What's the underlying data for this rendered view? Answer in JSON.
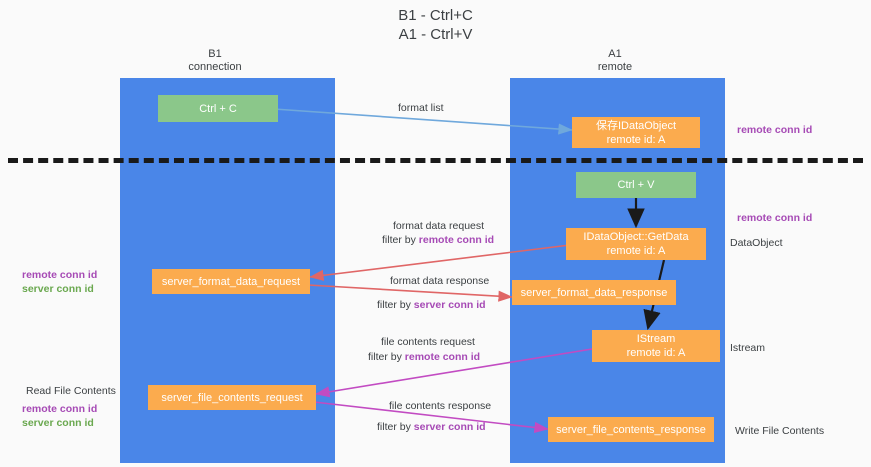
{
  "title": "B1 - Ctrl+C\nA1 - Ctrl+V",
  "columns": [
    {
      "name": "left-column",
      "label": "B1\nconnection"
    },
    {
      "name": "right-column",
      "label": "A1\nremote"
    }
  ],
  "nodes": {
    "ctrl_c": "Ctrl + C",
    "ctrl_v": "Ctrl + V",
    "idataobject": "保存IDataObject\nremote id: A",
    "idataobject_getdata": "IDataObject::GetData\nremote id: A",
    "server_format_data_request": "server_format_data_request",
    "server_format_data_response": "server_format_data_response",
    "istream": "IStream\nremote id: A",
    "server_file_contents_request": "server_file_contents_request",
    "server_file_contents_response": "server_file_contents_response"
  },
  "edge_labels": {
    "format_list": "format list",
    "format_data_request": "format data request",
    "format_data_request_filter_prefix": "filter by ",
    "format_data_request_filter_key": "remote conn id",
    "format_data_response": "format data response",
    "format_data_response_filter_prefix": "filter by ",
    "format_data_response_filter_key": "server conn id",
    "file_contents_request": "file contents request",
    "file_contents_request_filter_prefix": "filter by ",
    "file_contents_request_filter_key": "remote conn id",
    "file_contents_response": "file contents response",
    "file_contents_response_filter_prefix": "filter by ",
    "file_contents_response_filter_key": "server conn id"
  },
  "annotations": {
    "right_remote_conn_id_top": "remote conn id",
    "right_remote_conn_id_mid": "remote conn id",
    "right_dataobject": "DataObject",
    "right_istream": "Istream",
    "right_write_file_contents": "Write File Contents",
    "left_remote_conn_id": "remote conn id",
    "left_server_conn_id": "server conn id",
    "left_read_file_contents": "Read File Contents",
    "left_remote_conn_id_2": "remote conn id",
    "left_server_conn_id_2": "server conn id"
  },
  "colors": {
    "lane": "#4a86e8",
    "green_node": "#8bc78a",
    "orange_node": "#fbab4e",
    "purple_text": "#a64ab5",
    "green_text": "#6aa84f",
    "blue_arrow": "#6fa8dc",
    "red_arrow": "#e06666",
    "magenta_arrow": "#c24bc2",
    "black_arrow": "#1a1a1a",
    "background": "#fafafa"
  }
}
